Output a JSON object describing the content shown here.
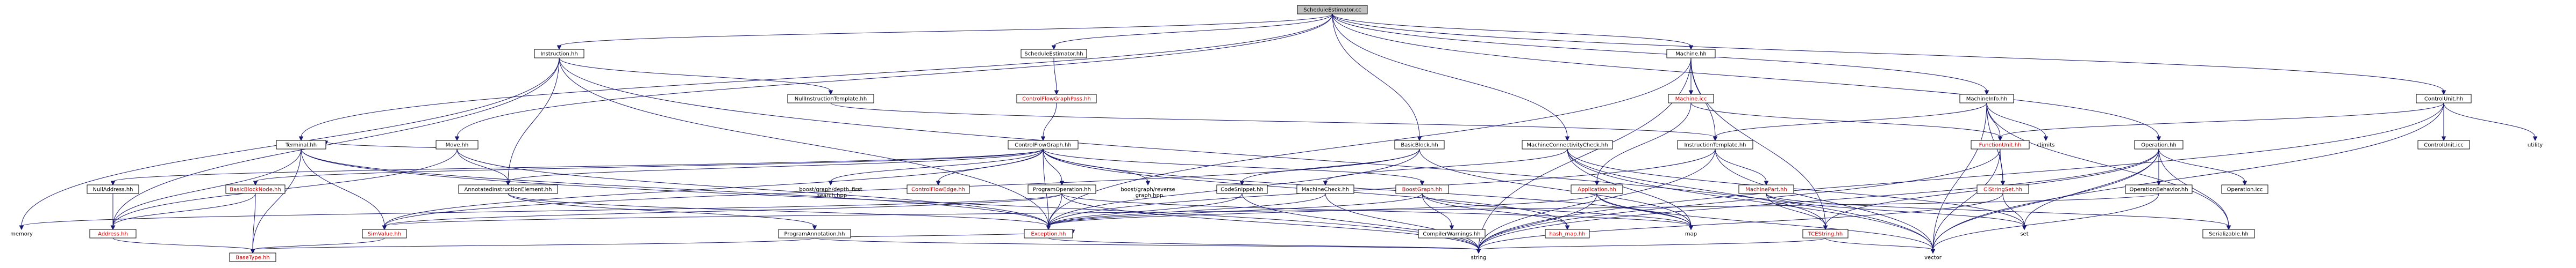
{
  "colors": {
    "edge": "#191970",
    "root_fill": "#bfbfbf",
    "red_text": "#cc0000"
  },
  "nodes": [
    {
      "id": "root",
      "label": "ScheduleEstimator.cc",
      "kind": "root"
    },
    {
      "id": "instruction",
      "label": "Instruction.hh"
    },
    {
      "id": "schedest",
      "label": "ScheduleEstimator.hh"
    },
    {
      "id": "machine",
      "label": "Machine.hh"
    },
    {
      "id": "machineinfo",
      "label": "MachineInfo.hh"
    },
    {
      "id": "controlunit",
      "label": "ControlUnit.hh"
    },
    {
      "id": "cfgpass",
      "label": "ControlFlowGraphPass.hh",
      "kind": "red"
    },
    {
      "id": "nullinstrtempl",
      "label": "NullInstructionTemplate.hh"
    },
    {
      "id": "machineicc",
      "label": "Machine.icc",
      "kind": "red"
    },
    {
      "id": "terminal",
      "label": "Terminal.hh"
    },
    {
      "id": "move",
      "label": "Move.hh"
    },
    {
      "id": "cfg",
      "label": "ControlFlowGraph.hh"
    },
    {
      "id": "basicblock",
      "label": "BasicBlock.hh"
    },
    {
      "id": "mconncheck",
      "label": "MachineConnectivityCheck.hh"
    },
    {
      "id": "instrtempl",
      "label": "InstructionTemplate.hh"
    },
    {
      "id": "functionunit",
      "label": "FunctionUnit.hh",
      "kind": "red"
    },
    {
      "id": "operation",
      "label": "Operation.hh"
    },
    {
      "id": "climits",
      "label": "climits",
      "kind": "free"
    },
    {
      "id": "controlunitich",
      "label": "ControlUnit.icc"
    },
    {
      "id": "utility",
      "label": "utility",
      "kind": "free"
    },
    {
      "id": "nulladdress",
      "label": "NullAddress.hh"
    },
    {
      "id": "basicblocknode",
      "label": "BasicBlockNode.hh",
      "kind": "red"
    },
    {
      "id": "annotated",
      "label": "AnnotatedInstructionElement.hh"
    },
    {
      "id": "bgdfs",
      "label": "boost/graph/depth_first\n_search.hpp",
      "kind": "free"
    },
    {
      "id": "cfedge",
      "label": "ControlFlowEdge.hh",
      "kind": "red"
    },
    {
      "id": "progop",
      "label": "ProgramOperation.hh"
    },
    {
      "id": "bgrev",
      "label": "boost/graph/reverse\n_graph.hpp",
      "kind": "free"
    },
    {
      "id": "codesnippet",
      "label": "CodeSnippet.hh"
    },
    {
      "id": "machinecheck",
      "label": "MachineCheck.hh"
    },
    {
      "id": "boostgraph",
      "label": "BoostGraph.hh",
      "kind": "red"
    },
    {
      "id": "application",
      "label": "Application.hh",
      "kind": "red"
    },
    {
      "id": "machinepart",
      "label": "MachinePart.hh",
      "kind": "red"
    },
    {
      "id": "citstringset",
      "label": "CIStringSet.hh",
      "kind": "red"
    },
    {
      "id": "opbehavior",
      "label": "OperationBehavior.hh"
    },
    {
      "id": "operationicc",
      "label": "Operation.icc"
    },
    {
      "id": "memory",
      "label": "memory",
      "kind": "free"
    },
    {
      "id": "address",
      "label": "Address.hh",
      "kind": "red"
    },
    {
      "id": "simvalue",
      "label": "SimValue.hh",
      "kind": "red"
    },
    {
      "id": "progannot",
      "label": "ProgramAnnotation.hh"
    },
    {
      "id": "exception",
      "label": "Exception.hh",
      "kind": "red"
    },
    {
      "id": "compilerwarnings",
      "label": "CompilerWarnings.hh"
    },
    {
      "id": "hashmap",
      "label": "hash_map.hh",
      "kind": "red"
    },
    {
      "id": "map",
      "label": "map",
      "kind": "free"
    },
    {
      "id": "tcestring",
      "label": "TCEString.hh",
      "kind": "red"
    },
    {
      "id": "set",
      "label": "set",
      "kind": "free"
    },
    {
      "id": "serializable",
      "label": "Serializable.hh"
    },
    {
      "id": "basetype",
      "label": "BaseType.hh",
      "kind": "red"
    },
    {
      "id": "string",
      "label": "string",
      "kind": "free"
    },
    {
      "id": "vector",
      "label": "vector",
      "kind": "free"
    }
  ],
  "edges": [
    [
      "root",
      "instruction"
    ],
    [
      "root",
      "schedest"
    ],
    [
      "root",
      "machine"
    ],
    [
      "root",
      "machineinfo"
    ],
    [
      "root",
      "controlunit"
    ],
    [
      "root",
      "terminal"
    ],
    [
      "root",
      "move"
    ],
    [
      "root",
      "basicblock"
    ],
    [
      "root",
      "mconncheck"
    ],
    [
      "root",
      "operation"
    ],
    [
      "schedest",
      "cfgpass"
    ],
    [
      "cfgpass",
      "cfg"
    ],
    [
      "instruction",
      "nullinstrtempl"
    ],
    [
      "instruction",
      "annotated"
    ],
    [
      "instruction",
      "exception"
    ],
    [
      "instruction",
      "address"
    ],
    [
      "instruction",
      "memory"
    ],
    [
      "instruction",
      "vector"
    ],
    [
      "nullinstrtempl",
      "instrtempl"
    ],
    [
      "machine",
      "machineicc"
    ],
    [
      "machine",
      "instrtempl"
    ],
    [
      "machine",
      "exception"
    ],
    [
      "machine",
      "tcestring"
    ],
    [
      "machine",
      "string"
    ],
    [
      "machineicc",
      "application"
    ],
    [
      "machineicc",
      "functionunit"
    ],
    [
      "machineinfo",
      "instrtempl"
    ],
    [
      "machineinfo",
      "functionunit"
    ],
    [
      "machineinfo",
      "climits"
    ],
    [
      "machineinfo",
      "citstringset"
    ],
    [
      "machineinfo",
      "serializable"
    ],
    [
      "machineinfo",
      "vector"
    ],
    [
      "controlunit",
      "functionunit"
    ],
    [
      "controlunit",
      "controlunitich"
    ],
    [
      "controlunit",
      "utility"
    ],
    [
      "controlunit",
      "string"
    ],
    [
      "controlunit",
      "vector"
    ],
    [
      "terminal",
      "address"
    ],
    [
      "terminal",
      "simvalue"
    ],
    [
      "terminal",
      "exception"
    ],
    [
      "terminal",
      "string"
    ],
    [
      "terminal",
      "basetype"
    ],
    [
      "move",
      "annotated"
    ],
    [
      "move",
      "exception"
    ],
    [
      "move",
      "terminal"
    ],
    [
      "move",
      "address"
    ],
    [
      "cfg",
      "nulladdress"
    ],
    [
      "cfg",
      "basicblocknode"
    ],
    [
      "cfg",
      "annotated"
    ],
    [
      "cfg",
      "bgdfs"
    ],
    [
      "cfg",
      "cfedge"
    ],
    [
      "cfg",
      "progop"
    ],
    [
      "cfg",
      "bgrev"
    ],
    [
      "cfg",
      "boostgraph"
    ],
    [
      "cfg",
      "exception"
    ],
    [
      "cfg",
      "simvalue"
    ],
    [
      "cfg",
      "map"
    ],
    [
      "cfg",
      "hashmap"
    ],
    [
      "basicblock",
      "codesnippet"
    ],
    [
      "basicblock",
      "exception"
    ],
    [
      "basicblock",
      "map"
    ],
    [
      "basicblock",
      "simvalue"
    ],
    [
      "mconncheck",
      "machinecheck"
    ],
    [
      "mconncheck",
      "set"
    ],
    [
      "mconncheck",
      "map"
    ],
    [
      "mconncheck",
      "vector"
    ],
    [
      "mconncheck",
      "tcestring"
    ],
    [
      "instrtempl",
      "machinepart"
    ],
    [
      "instrtempl",
      "exception"
    ],
    [
      "instrtempl",
      "string"
    ],
    [
      "instrtempl",
      "vector"
    ],
    [
      "functionunit",
      "citstringset"
    ],
    [
      "functionunit",
      "vector"
    ],
    [
      "functionunit",
      "string"
    ],
    [
      "operation",
      "opbehavior"
    ],
    [
      "operation",
      "operationicc"
    ],
    [
      "operation",
      "serializable"
    ],
    [
      "operation",
      "tcestring"
    ],
    [
      "operation",
      "set"
    ],
    [
      "operation",
      "string"
    ],
    [
      "operation",
      "vector"
    ],
    [
      "nulladdress",
      "address"
    ],
    [
      "basicblocknode",
      "address"
    ],
    [
      "basicblocknode",
      "basetype"
    ],
    [
      "annotated",
      "progannot"
    ],
    [
      "annotated",
      "exception"
    ],
    [
      "progop",
      "simvalue"
    ],
    [
      "progop",
      "exception"
    ],
    [
      "progop",
      "map"
    ],
    [
      "progop",
      "string"
    ],
    [
      "progop",
      "memory"
    ],
    [
      "codesnippet",
      "exception"
    ],
    [
      "codesnippet",
      "string"
    ],
    [
      "machinecheck",
      "exception"
    ],
    [
      "machinecheck",
      "string"
    ],
    [
      "boostgraph",
      "exception"
    ],
    [
      "boostgraph",
      "compilerwarnings"
    ],
    [
      "boostgraph",
      "hashmap"
    ],
    [
      "boostgraph",
      "map"
    ],
    [
      "application",
      "exception"
    ],
    [
      "application",
      "string"
    ],
    [
      "application",
      "vector"
    ],
    [
      "application",
      "map"
    ],
    [
      "machinepart",
      "tcestring"
    ],
    [
      "machinepart",
      "serializable"
    ],
    [
      "machinepart",
      "set"
    ],
    [
      "citstringset",
      "set"
    ],
    [
      "citstringset",
      "string"
    ],
    [
      "opbehavior",
      "simvalue"
    ],
    [
      "opbehavior",
      "vector"
    ],
    [
      "address",
      "basetype"
    ],
    [
      "simvalue",
      "basetype"
    ],
    [
      "progannot",
      "exception"
    ],
    [
      "progannot",
      "string"
    ],
    [
      "progannot",
      "basetype"
    ],
    [
      "exception",
      "string"
    ],
    [
      "tcestring",
      "string"
    ],
    [
      "tcestring",
      "vector"
    ]
  ]
}
